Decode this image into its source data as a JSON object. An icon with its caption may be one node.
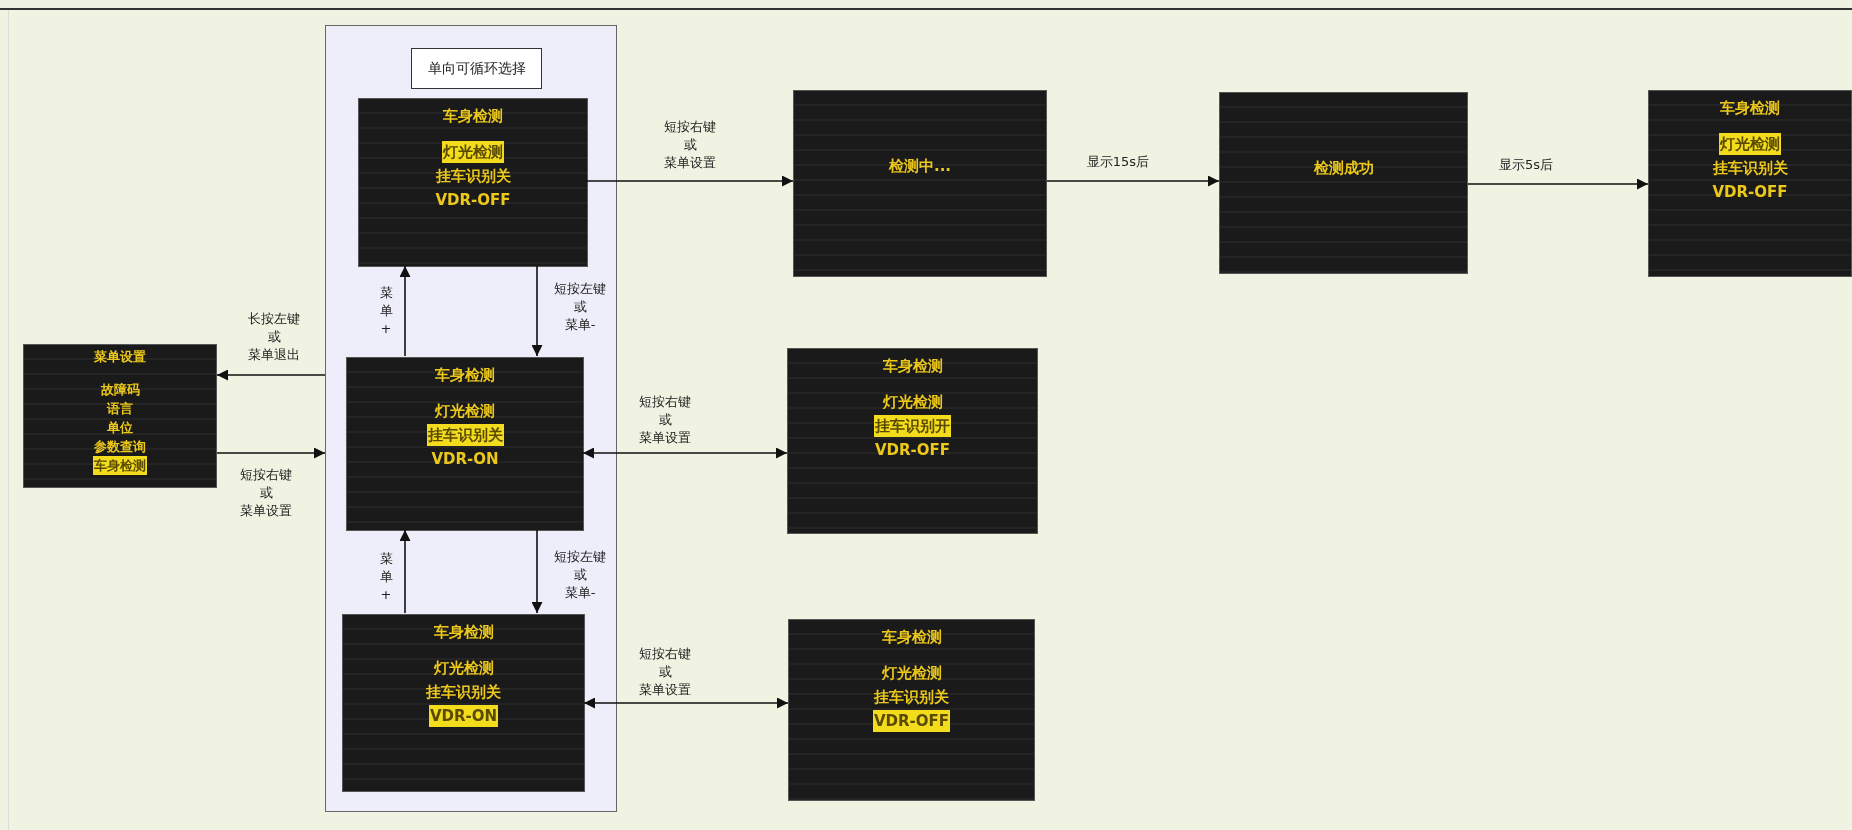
{
  "diagram": {
    "nodes": [
      {
        "text": [],
        "shape": "box"
      },
      {
        "text": [
          "单向可循环选择"
        ],
        "in": 0
      },
      {
        "text": [
          "车身检测",
          "灯光检测",
          "挂车识别关",
          "VDR-OFF"
        ],
        "in": 0
      },
      {
        "text": [
          "车身检测",
          "灯光检测",
          "挂车识别关",
          "VDR-ON"
        ],
        "in": 0
      },
      {
        "text": [
          "车身检测",
          "灯光检测",
          "挂车识别关",
          "VDR-ON"
        ],
        "in": 0
      },
      {
        "text": [
          "菜单设置",
          "故障码",
          "语言",
          "单位",
          "参数查询",
          "车身检测"
        ]
      },
      {
        "text": [
          "检测中..."
        ]
      },
      {
        "text": [
          "检测成功"
        ]
      },
      {
        "text": [
          "车身检测",
          "灯光检测",
          "挂车识别关",
          "VDR-OFF"
        ]
      },
      {
        "text": [
          "车身检测",
          "灯光检测",
          "挂车识别开",
          "VDR-OFF"
        ]
      },
      {
        "text": [
          "车身检测",
          "灯光检测",
          "挂车识别关",
          "VDR-OFF"
        ]
      }
    ],
    "edges": [
      {
        "from": 2,
        "to": 6,
        "arrow": "to",
        "label": "短按右键或菜单设置"
      },
      {
        "from": 6,
        "to": 7,
        "arrow": "to",
        "label": "显示15s后"
      },
      {
        "from": 7,
        "to": 8,
        "arrow": "to",
        "label": "显示5s后"
      },
      {
        "from": 2,
        "to": 3,
        "arrow": "to",
        "label": "短按左键或菜单-"
      },
      {
        "from": 3,
        "to": 2,
        "arrow": "to",
        "label": "菜单+"
      },
      {
        "from": 3,
        "to": 4,
        "arrow": "to",
        "label": "短按左键或菜单-"
      },
      {
        "from": 4,
        "to": 3,
        "arrow": "to",
        "label": "菜单+"
      },
      {
        "from": 0,
        "to": 5,
        "arrow": "to",
        "label": "长按左键或菜单退出"
      },
      {
        "from": 5,
        "to": 0,
        "arrow": "to",
        "label": "短按右键或菜单设置"
      },
      {
        "from": 3,
        "to": 9,
        "arrow": "both",
        "label": "短按右键或菜单设置"
      },
      {
        "from": 4,
        "to": 10,
        "arrow": "both",
        "label": "短按右键或菜单设置"
      }
    ]
  }
}
